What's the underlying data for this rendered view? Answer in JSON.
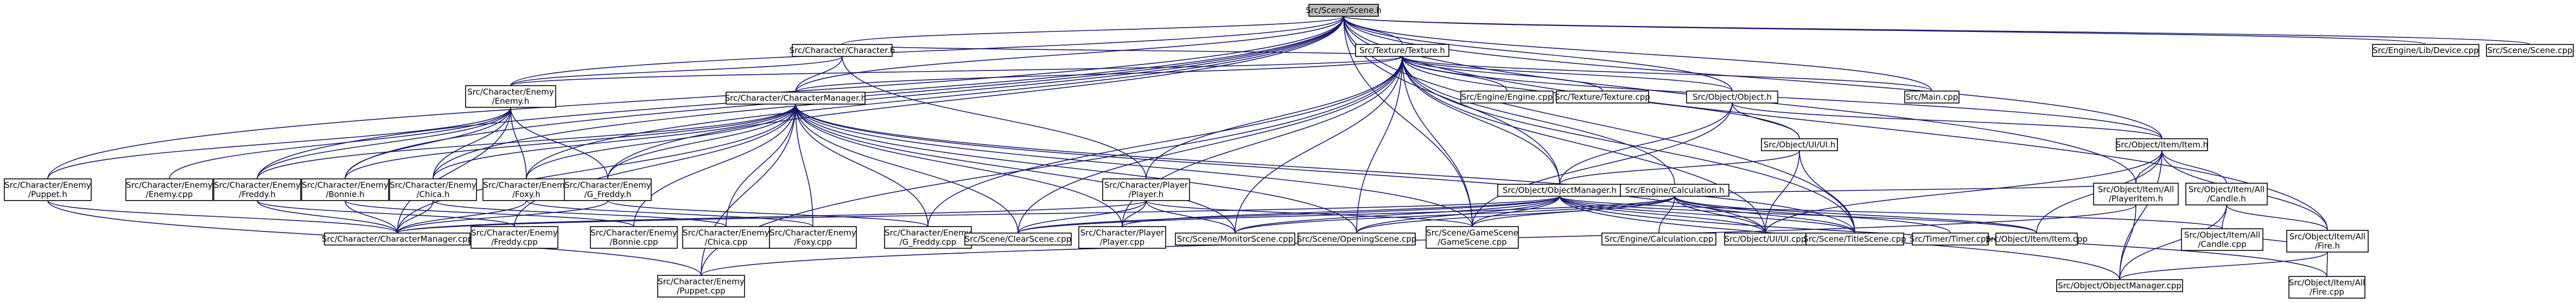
{
  "graph": {
    "root": "scene_h",
    "nodes": [
      {
        "id": "scene_h",
        "lines": [
          "Src/Scene/Scene.h"
        ],
        "root": true
      },
      {
        "id": "texture_h",
        "lines": [
          "Src/Texture/Texture.h"
        ]
      },
      {
        "id": "character_h",
        "lines": [
          "Src/Character/Character.h"
        ]
      },
      {
        "id": "enemy_h",
        "lines": [
          "Src/Character/Enemy",
          "/Enemy.h"
        ]
      },
      {
        "id": "charmanager_h",
        "lines": [
          "Src/Character/CharacterManager.h"
        ]
      },
      {
        "id": "puppet_h",
        "lines": [
          "Src/Character/Enemy",
          "/Puppet.h"
        ]
      },
      {
        "id": "enemy_cpp",
        "lines": [
          "Src/Character/Enemy",
          "/Enemy.cpp"
        ]
      },
      {
        "id": "freddy_h",
        "lines": [
          "Src/Character/Enemy",
          "/Freddy.h"
        ]
      },
      {
        "id": "bonnie_h",
        "lines": [
          "Src/Character/Enemy",
          "/Bonnie.h"
        ]
      },
      {
        "id": "chica_h",
        "lines": [
          "Src/Character/Enemy",
          "/Chica.h"
        ]
      },
      {
        "id": "foxy_h",
        "lines": [
          "Src/Character/Enemy",
          "/Foxy.h"
        ]
      },
      {
        "id": "gfreddy_h",
        "lines": [
          "Src/Character/Enemy",
          "/G_Freddy.h"
        ]
      },
      {
        "id": "player_h",
        "lines": [
          "Src/Character/Player",
          "/Player.h"
        ]
      },
      {
        "id": "charmanager_cpp",
        "lines": [
          "Src/Character/CharacterManager.cpp"
        ]
      },
      {
        "id": "freddy_cpp",
        "lines": [
          "Src/Character/Enemy",
          "/Freddy.cpp"
        ]
      },
      {
        "id": "bonnie_cpp",
        "lines": [
          "Src/Character/Enemy",
          "/Bonnie.cpp"
        ]
      },
      {
        "id": "chica_cpp",
        "lines": [
          "Src/Character/Enemy",
          "/Chica.cpp"
        ]
      },
      {
        "id": "foxy_cpp",
        "lines": [
          "Src/Character/Enemy",
          "/Foxy.cpp"
        ]
      },
      {
        "id": "gfreddy_cpp",
        "lines": [
          "Src/Character/Enemy",
          "/G_Freddy.cpp"
        ]
      },
      {
        "id": "puppet_cpp",
        "lines": [
          "Src/Character/Enemy",
          "/Puppet.cpp"
        ]
      },
      {
        "id": "clearscene_cpp",
        "lines": [
          "Src/Scene/ClearScene.cpp"
        ]
      },
      {
        "id": "player_cpp",
        "lines": [
          "Src/Character/Player",
          "/Player.cpp"
        ]
      },
      {
        "id": "monitorscene_cpp",
        "lines": [
          "Src/Scene/MonitorScene.cpp"
        ]
      },
      {
        "id": "openingscene_cpp",
        "lines": [
          "Src/Scene/OpeningScene.cpp"
        ]
      },
      {
        "id": "gamescene_cpp",
        "lines": [
          "Src/Scene/GameScene",
          "/GameScene.cpp"
        ]
      },
      {
        "id": "engine_cpp",
        "lines": [
          "Src/Engine/Engine.cpp"
        ]
      },
      {
        "id": "texture_cpp",
        "lines": [
          "Src/Texture/Texture.cpp"
        ]
      },
      {
        "id": "objmanager_h",
        "lines": [
          "Src/Object/ObjectManager.h"
        ]
      },
      {
        "id": "calc_h",
        "lines": [
          "Src/Engine/Calculation.h"
        ]
      },
      {
        "id": "object_h",
        "lines": [
          "Src/Object/Object.h"
        ]
      },
      {
        "id": "ui_h",
        "lines": [
          "Src/Object/UI/UI.h"
        ]
      },
      {
        "id": "main_cpp",
        "lines": [
          "Src/Main.cpp"
        ]
      },
      {
        "id": "item_h",
        "lines": [
          "Src/Object/Item/Item.h"
        ]
      },
      {
        "id": "calc_cpp",
        "lines": [
          "Src/Engine/Calculation.cpp"
        ]
      },
      {
        "id": "ui_cpp",
        "lines": [
          "Src/Object/UI/UI.cpp"
        ]
      },
      {
        "id": "titlescene_cpp",
        "lines": [
          "Src/Scene/TitleScene.cpp"
        ]
      },
      {
        "id": "timer_cpp",
        "lines": [
          "Src/Timer/Timer.cpp"
        ]
      },
      {
        "id": "item_cpp",
        "lines": [
          "Src/Object/Item/Item.cpp"
        ]
      },
      {
        "id": "playeritem_h",
        "lines": [
          "Src/Object/Item/All",
          "/PlayerItem.h"
        ]
      },
      {
        "id": "candle_h",
        "lines": [
          "Src/Object/Item/All",
          "/Candle.h"
        ]
      },
      {
        "id": "fire_h",
        "lines": [
          "Src/Object/Item/All",
          "/Fire.h"
        ]
      },
      {
        "id": "candle_cpp",
        "lines": [
          "Src/Object/Item/All",
          "/Candle.cpp"
        ]
      },
      {
        "id": "objmanager_cpp",
        "lines": [
          "Src/Object/ObjectManager.cpp"
        ]
      },
      {
        "id": "fire_cpp",
        "lines": [
          "Src/Object/Item/All",
          "/Fire.cpp"
        ]
      },
      {
        "id": "lib_device_cpp",
        "lines": [
          "Src/Engine/Lib/Device.cpp"
        ]
      },
      {
        "id": "scene_cpp",
        "lines": [
          "Src/Scene/Scene.cpp"
        ]
      }
    ],
    "edges": [
      [
        "scene_h",
        "texture_h"
      ],
      [
        "scene_h",
        "character_h"
      ],
      [
        "scene_h",
        "enemy_h"
      ],
      [
        "scene_h",
        "charmanager_h"
      ],
      [
        "scene_h",
        "puppet_h"
      ],
      [
        "scene_h",
        "freddy_h"
      ],
      [
        "scene_h",
        "bonnie_h"
      ],
      [
        "scene_h",
        "chica_h"
      ],
      [
        "scene_h",
        "foxy_h"
      ],
      [
        "scene_h",
        "gfreddy_h"
      ],
      [
        "scene_h",
        "objmanager_h"
      ],
      [
        "scene_h",
        "item_h"
      ],
      [
        "scene_h",
        "playeritem_h"
      ],
      [
        "scene_h",
        "fire_h"
      ],
      [
        "scene_h",
        "lib_device_cpp"
      ],
      [
        "scene_h",
        "scene_cpp"
      ],
      [
        "scene_h",
        "main_cpp"
      ],
      [
        "scene_h",
        "gamescene_cpp"
      ],
      [
        "scene_h",
        "titlescene_cpp"
      ],
      [
        "scene_h",
        "object_h"
      ],
      [
        "texture_h",
        "character_h"
      ],
      [
        "texture_h",
        "enemy_h"
      ],
      [
        "texture_h",
        "charmanager_h"
      ],
      [
        "texture_h",
        "player_h"
      ],
      [
        "texture_h",
        "engine_cpp"
      ],
      [
        "texture_h",
        "texture_cpp"
      ],
      [
        "texture_h",
        "object_h"
      ],
      [
        "texture_h",
        "ui_h"
      ],
      [
        "texture_h",
        "main_cpp"
      ],
      [
        "texture_h",
        "item_h"
      ],
      [
        "texture_h",
        "objmanager_h"
      ],
      [
        "texture_h",
        "calc_h"
      ],
      [
        "texture_h",
        "clearscene_cpp"
      ],
      [
        "texture_h",
        "monitorscene_cpp"
      ],
      [
        "texture_h",
        "openingscene_cpp"
      ],
      [
        "texture_h",
        "gamescene_cpp"
      ],
      [
        "texture_h",
        "titlescene_cpp"
      ],
      [
        "texture_h",
        "ui_cpp"
      ],
      [
        "texture_h",
        "player_cpp"
      ],
      [
        "texture_h",
        "puppet_cpp"
      ],
      [
        "texture_h",
        "gfreddy_cpp"
      ],
      [
        "character_h",
        "enemy_h"
      ],
      [
        "character_h",
        "charmanager_h"
      ],
      [
        "character_h",
        "player_h"
      ],
      [
        "enemy_h",
        "puppet_h"
      ],
      [
        "enemy_h",
        "enemy_cpp"
      ],
      [
        "enemy_h",
        "freddy_h"
      ],
      [
        "enemy_h",
        "bonnie_h"
      ],
      [
        "enemy_h",
        "chica_h"
      ],
      [
        "enemy_h",
        "foxy_h"
      ],
      [
        "enemy_h",
        "gfreddy_h"
      ],
      [
        "enemy_h",
        "charmanager_cpp"
      ],
      [
        "charmanager_h",
        "charmanager_cpp"
      ],
      [
        "charmanager_h",
        "freddy_cpp"
      ],
      [
        "charmanager_h",
        "bonnie_cpp"
      ],
      [
        "charmanager_h",
        "chica_cpp"
      ],
      [
        "charmanager_h",
        "foxy_cpp"
      ],
      [
        "charmanager_h",
        "gfreddy_cpp"
      ],
      [
        "charmanager_h",
        "puppet_cpp"
      ],
      [
        "charmanager_h",
        "clearscene_cpp"
      ],
      [
        "charmanager_h",
        "player_cpp"
      ],
      [
        "charmanager_h",
        "monitorscene_cpp"
      ],
      [
        "charmanager_h",
        "openingscene_cpp"
      ],
      [
        "charmanager_h",
        "gamescene_cpp"
      ],
      [
        "charmanager_h",
        "titlescene_cpp"
      ],
      [
        "charmanager_h",
        "ui_cpp"
      ],
      [
        "charmanager_h",
        "freddy_h"
      ],
      [
        "charmanager_h",
        "bonnie_h"
      ],
      [
        "charmanager_h",
        "chica_h"
      ],
      [
        "charmanager_h",
        "foxy_h"
      ],
      [
        "charmanager_h",
        "gfreddy_h"
      ],
      [
        "puppet_h",
        "charmanager_cpp"
      ],
      [
        "puppet_h",
        "puppet_cpp"
      ],
      [
        "freddy_h",
        "charmanager_cpp"
      ],
      [
        "freddy_h",
        "freddy_cpp"
      ],
      [
        "bonnie_h",
        "charmanager_cpp"
      ],
      [
        "bonnie_h",
        "bonnie_cpp"
      ],
      [
        "chica_h",
        "charmanager_cpp"
      ],
      [
        "chica_h",
        "chica_cpp"
      ],
      [
        "foxy_h",
        "charmanager_cpp"
      ],
      [
        "foxy_h",
        "foxy_cpp"
      ],
      [
        "gfreddy_h",
        "charmanager_cpp"
      ],
      [
        "gfreddy_h",
        "gfreddy_cpp"
      ],
      [
        "player_h",
        "charmanager_cpp"
      ],
      [
        "player_h",
        "clearscene_cpp"
      ],
      [
        "player_h",
        "player_cpp"
      ],
      [
        "player_h",
        "monitorscene_cpp"
      ],
      [
        "player_h",
        "gamescene_cpp"
      ],
      [
        "objmanager_h",
        "clearscene_cpp"
      ],
      [
        "objmanager_h",
        "monitorscene_cpp"
      ],
      [
        "objmanager_h",
        "openingscene_cpp"
      ],
      [
        "objmanager_h",
        "gamescene_cpp"
      ],
      [
        "objmanager_h",
        "titlescene_cpp"
      ],
      [
        "objmanager_h",
        "objmanager_cpp"
      ],
      [
        "objmanager_h",
        "ui_cpp"
      ],
      [
        "objmanager_h",
        "item_cpp"
      ],
      [
        "objmanager_h",
        "candle_cpp"
      ],
      [
        "objmanager_h",
        "fire_cpp"
      ],
      [
        "objmanager_h",
        "charmanager_cpp"
      ],
      [
        "objmanager_h",
        "player_cpp"
      ],
      [
        "calc_h",
        "calc_cpp"
      ],
      [
        "calc_h",
        "ui_cpp"
      ],
      [
        "calc_h",
        "titlescene_cpp"
      ],
      [
        "calc_h",
        "timer_cpp"
      ],
      [
        "calc_h",
        "item_cpp"
      ],
      [
        "calc_h",
        "monitorscene_cpp"
      ],
      [
        "calc_h",
        "openingscene_cpp"
      ],
      [
        "calc_h",
        "gamescene_cpp"
      ],
      [
        "calc_h",
        "clearscene_cpp"
      ],
      [
        "calc_h",
        "playeritem_h"
      ],
      [
        "object_h",
        "ui_h"
      ],
      [
        "object_h",
        "item_h"
      ],
      [
        "object_h",
        "objmanager_h"
      ],
      [
        "object_h",
        "gamescene_cpp"
      ],
      [
        "ui_h",
        "ui_cpp"
      ],
      [
        "ui_h",
        "titlescene_cpp"
      ],
      [
        "ui_h",
        "objmanager_h"
      ],
      [
        "item_h",
        "item_cpp"
      ],
      [
        "item_h",
        "playeritem_h"
      ],
      [
        "item_h",
        "candle_h"
      ],
      [
        "item_h",
        "fire_h"
      ],
      [
        "item_h",
        "objmanager_cpp"
      ],
      [
        "item_h",
        "ui_cpp"
      ],
      [
        "playeritem_h",
        "objmanager_cpp"
      ],
      [
        "playeritem_h",
        "puppet_cpp"
      ],
      [
        "candle_h",
        "candle_cpp"
      ],
      [
        "candle_h",
        "objmanager_cpp"
      ],
      [
        "candle_h",
        "fire_h"
      ],
      [
        "fire_h",
        "fire_cpp"
      ],
      [
        "fire_h",
        "objmanager_cpp"
      ],
      [
        "fire_h",
        "candle_cpp"
      ]
    ]
  }
}
